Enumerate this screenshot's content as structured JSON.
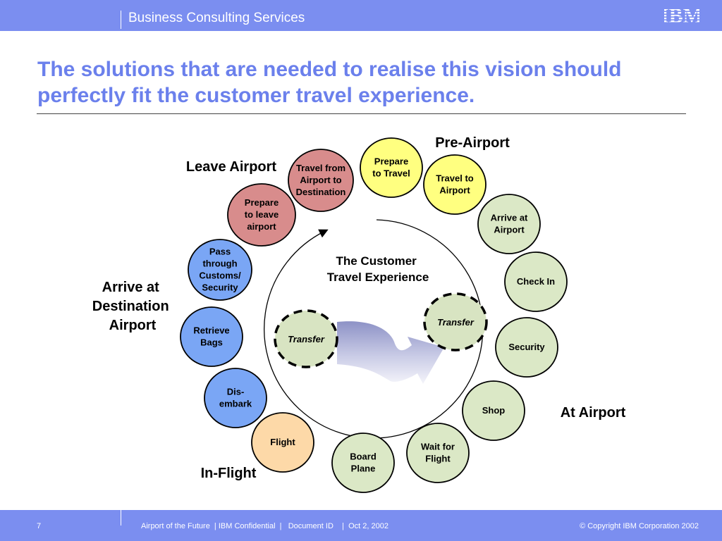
{
  "header": {
    "org_name": "Business Consulting Services",
    "logo_text": "IBM"
  },
  "slide": {
    "title": "The solutions that are needed to realise this vision should perfectly fit the customer travel experience."
  },
  "diagram": {
    "center": [
      "The Customer",
      "Travel Experience"
    ],
    "phases": {
      "pre_airport": [
        "Pre-Airport"
      ],
      "leave_airport": [
        "Leave Airport"
      ],
      "arrive_destination": [
        "Arrive at",
        "Destination",
        "Airport"
      ],
      "at_airport": [
        "At Airport"
      ],
      "in_flight": [
        "In-Flight"
      ]
    },
    "colors": {
      "yellow": "#ffff80",
      "green": "#dbe8c6",
      "red": "#d88c8c",
      "blue": "#7aa6f5",
      "peach": "#fdd9a8",
      "transfer": "#d8e4c2"
    },
    "nodes": [
      {
        "id": "prepare-to-travel",
        "lines": [
          "Prepare",
          "to Travel"
        ],
        "color": "yellow"
      },
      {
        "id": "travel-to-airport",
        "lines": [
          "Travel to",
          "Airport"
        ],
        "color": "yellow"
      },
      {
        "id": "arrive-at-airport",
        "lines": [
          "Arrive at",
          "Airport"
        ],
        "color": "green"
      },
      {
        "id": "check-in",
        "lines": [
          "Check In"
        ],
        "color": "green"
      },
      {
        "id": "security",
        "lines": [
          "Security"
        ],
        "color": "green"
      },
      {
        "id": "shop",
        "lines": [
          "Shop"
        ],
        "color": "green"
      },
      {
        "id": "wait-for-flight",
        "lines": [
          "Wait for",
          "Flight"
        ],
        "color": "green"
      },
      {
        "id": "board-plane",
        "lines": [
          "Board",
          "Plane"
        ],
        "color": "green"
      },
      {
        "id": "flight",
        "lines": [
          "Flight"
        ],
        "color": "peach"
      },
      {
        "id": "disembark",
        "lines": [
          "Dis-",
          "embark"
        ],
        "color": "blue"
      },
      {
        "id": "retrieve-bags",
        "lines": [
          "Retrieve",
          "Bags"
        ],
        "color": "blue"
      },
      {
        "id": "pass-customs",
        "lines": [
          "Pass",
          "through",
          "Customs/",
          "Security"
        ],
        "color": "blue"
      },
      {
        "id": "prepare-to-leave",
        "lines": [
          "Prepare",
          "to leave",
          "airport"
        ],
        "color": "red"
      },
      {
        "id": "travel-from-airport",
        "lines": [
          "Travel from",
          "Airport to",
          "Destination"
        ],
        "color": "red"
      }
    ],
    "transfers": [
      {
        "id": "transfer-left",
        "label": "Transfer"
      },
      {
        "id": "transfer-right",
        "label": "Transfer"
      }
    ]
  },
  "footer": {
    "page_number": "7",
    "info": "Airport of the Future  | IBM Confidential  |   Document ID    |  Oct 2, 2002",
    "copyright": "© Copyright IBM Corporation 2002"
  }
}
